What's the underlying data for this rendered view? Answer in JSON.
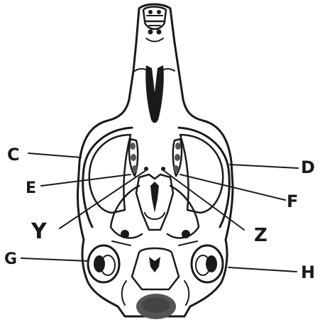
{
  "figure": {
    "labels": {
      "C": "C",
      "D": "D",
      "E": "E",
      "F": "F",
      "Y": "Y",
      "Z": "Z",
      "G": "G",
      "H": "H"
    },
    "colors": {
      "ink": "#1a1a1a",
      "paper": "#ffffff",
      "shading": "#555555"
    }
  }
}
